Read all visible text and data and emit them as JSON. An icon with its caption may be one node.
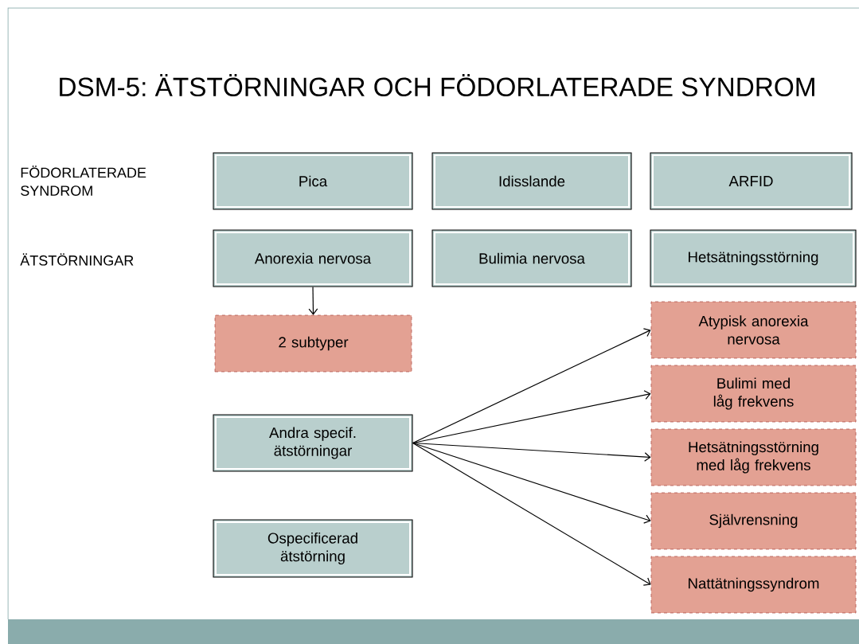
{
  "diagram": {
    "title": "DSM-5: ÄTSTÖRNINGAR OCH FÖDORLATERADE SYNDROM",
    "nodes": [
      {
        "text": [
          "Pica"
        ]
      },
      {
        "text": [
          "Idisslande"
        ]
      },
      {
        "text": [
          "ARFID"
        ]
      },
      {
        "text": [
          "Anorexia nervosa"
        ]
      },
      {
        "text": [
          "Bulimia nervosa"
        ]
      },
      {
        "text": [
          "Hetsätningsstörning"
        ]
      },
      {
        "text": [
          "2 subtyper"
        ]
      },
      {
        "text": [
          "Andra specif. ätstörningar"
        ]
      },
      {
        "text": [
          "Ospecificerad ätstörning"
        ]
      },
      {
        "text": [
          "Atypisk anorexia nervosa"
        ]
      },
      {
        "text": [
          "Bulimi med låg frekvens"
        ]
      },
      {
        "text": [
          "Hetsätningsstörning med låg frekvens"
        ]
      },
      {
        "text": [
          "Självrensning"
        ]
      },
      {
        "text": [
          "Nattätningssyndrom"
        ]
      }
    ],
    "edges": [
      {
        "from": 3,
        "to": 6,
        "arrow": "to"
      },
      {
        "from": 7,
        "to": 9,
        "arrow": "to"
      },
      {
        "from": 7,
        "to": 10,
        "arrow": "to"
      },
      {
        "from": 7,
        "to": 11,
        "arrow": "to"
      },
      {
        "from": 7,
        "to": 12,
        "arrow": "to"
      },
      {
        "from": 7,
        "to": 13,
        "arrow": "to"
      }
    ],
    "labels": [
      "FÖDORLATERADE SYNDROM",
      "ÄTSTÖRNINGAR"
    ]
  }
}
